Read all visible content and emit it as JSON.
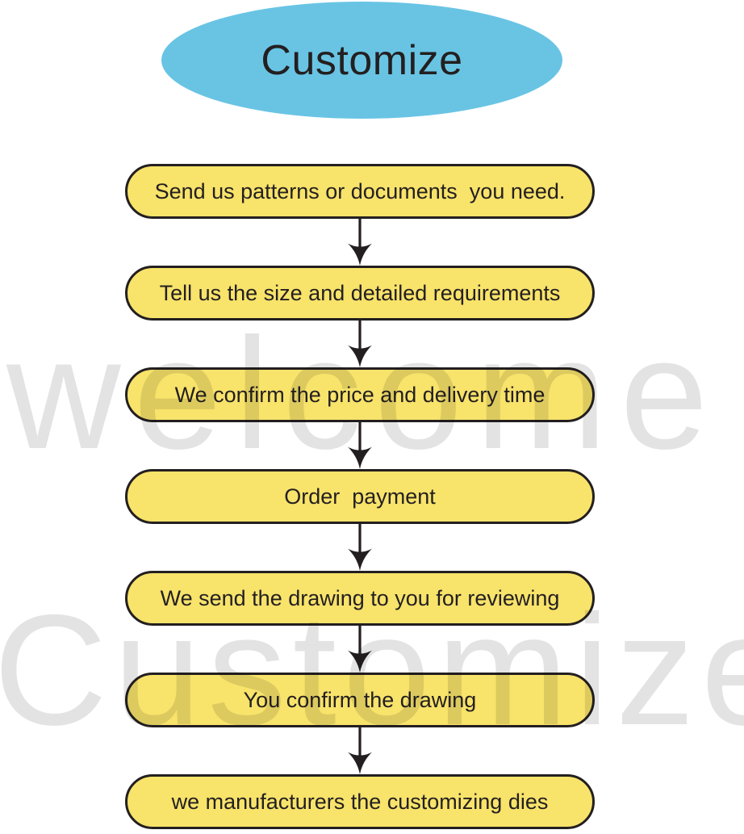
{
  "flowchart": {
    "title": "Customize",
    "steps": [
      {
        "label": "Send us patterns or documents  you need."
      },
      {
        "label": "Tell us the size and detailed requirements"
      },
      {
        "label": "We confirm the price and delivery time"
      },
      {
        "label": "Order  payment"
      },
      {
        "label": "We send the drawing to you for reviewing"
      },
      {
        "label": "You confirm the drawing"
      },
      {
        "label": "we manufacturers the customizing dies"
      }
    ]
  },
  "watermarks": {
    "upper": "welcome",
    "lower": "Customize"
  },
  "colors": {
    "background": "#FFFFFF",
    "ellipse_fill": "#69C4E4",
    "box_fill": "#F8E36B",
    "outline": "#231F20",
    "watermark": "#E3E3E3"
  }
}
